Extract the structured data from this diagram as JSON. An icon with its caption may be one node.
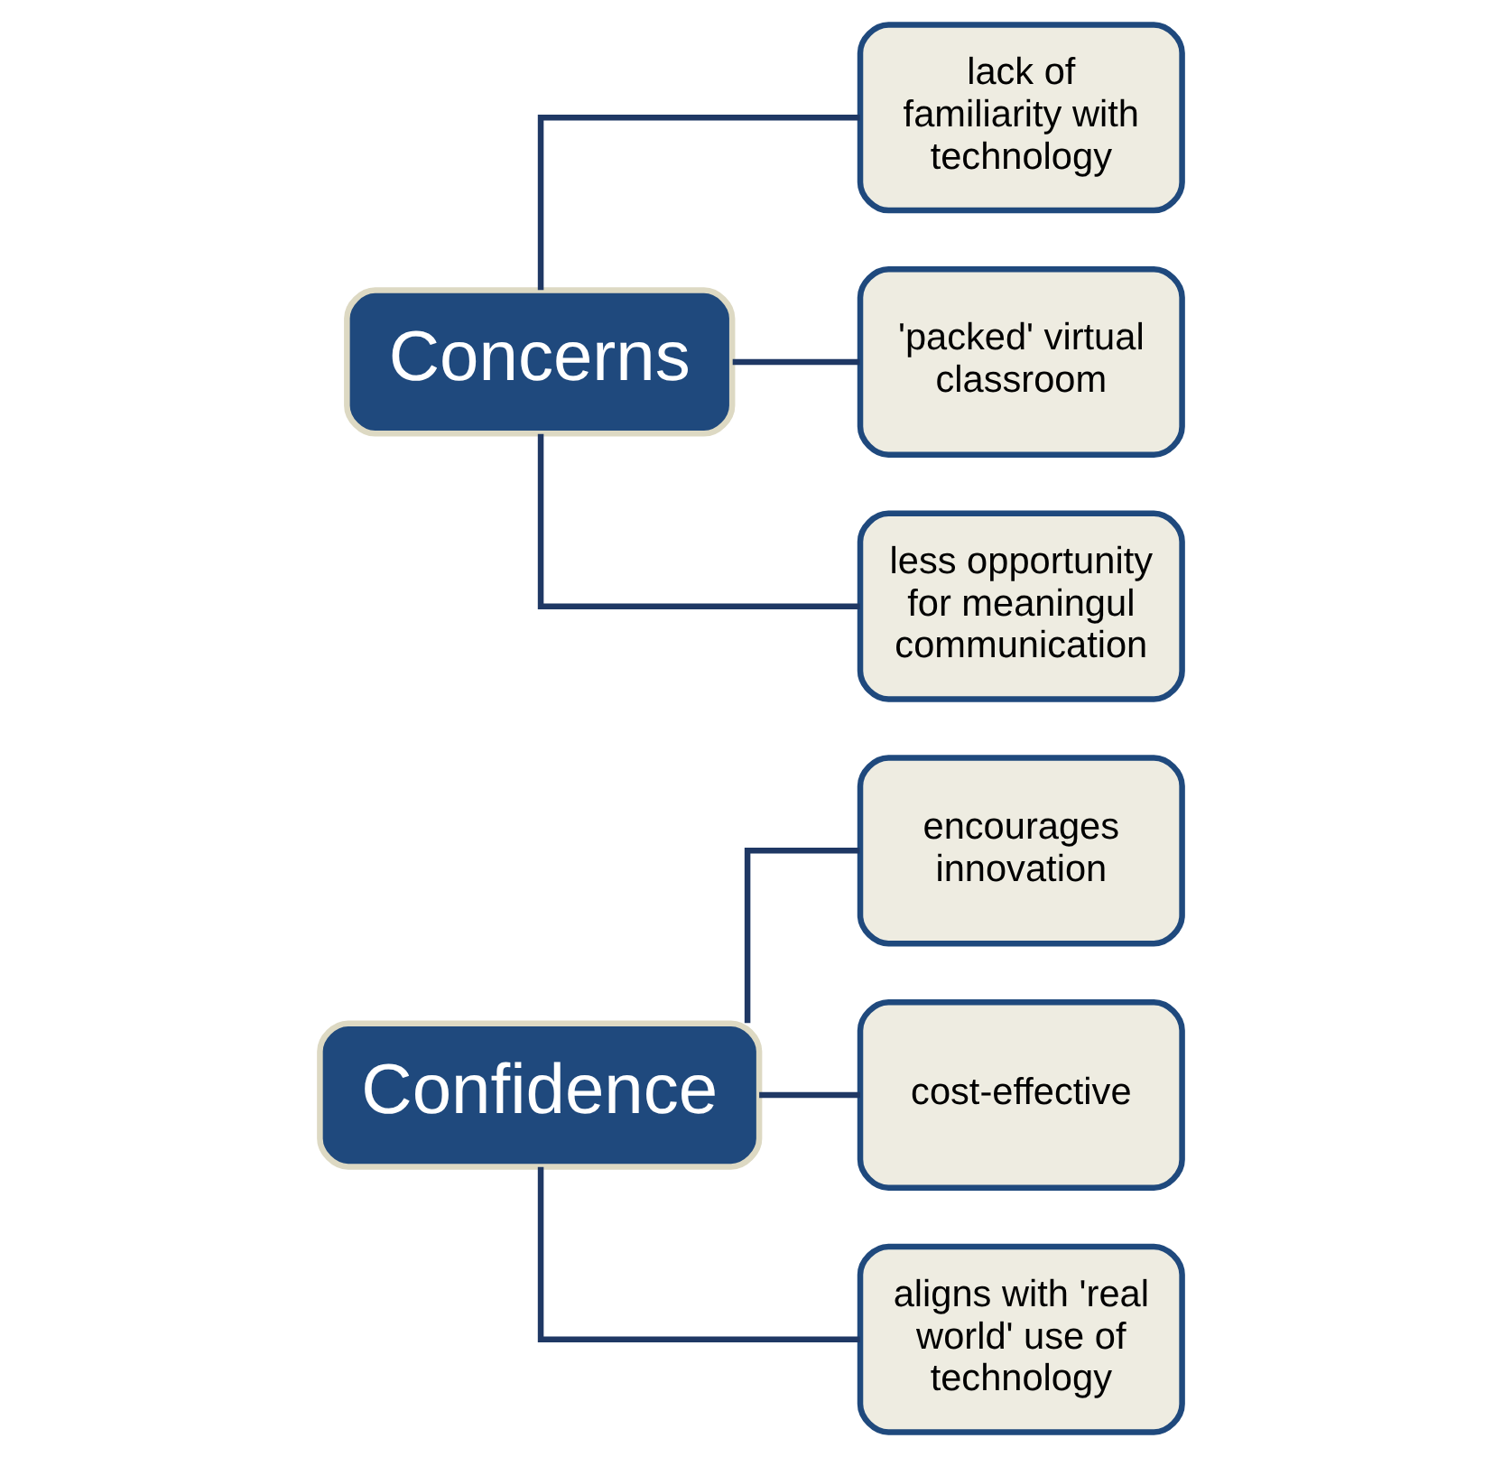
{
  "diagram": {
    "nodes": [
      {
        "text": [
          "Confidence"
        ]
      },
      {
        "text": [
          "encourages innovation"
        ]
      },
      {
        "text": [
          "cost-effective"
        ]
      },
      {
        "text": [
          "aligns with 'real world' use of technology"
        ]
      },
      {
        "text": [
          "Concerns"
        ]
      },
      {
        "text": [
          "lack of familiarity with technology"
        ]
      },
      {
        "text": [
          "'packed' virtual classroom"
        ]
      },
      {
        "text": [
          "less opportunity for meaningul communication"
        ]
      }
    ],
    "edges": [
      {
        "from": 0,
        "to": 1,
        "arrow": "none"
      },
      {
        "from": 0,
        "to": 2,
        "arrow": "none"
      },
      {
        "from": 0,
        "to": 3,
        "arrow": "none"
      },
      {
        "from": 4,
        "to": 5,
        "arrow": "none"
      },
      {
        "from": 4,
        "to": 6,
        "arrow": "none"
      },
      {
        "from": 4,
        "to": 7,
        "arrow": "none"
      }
    ]
  }
}
